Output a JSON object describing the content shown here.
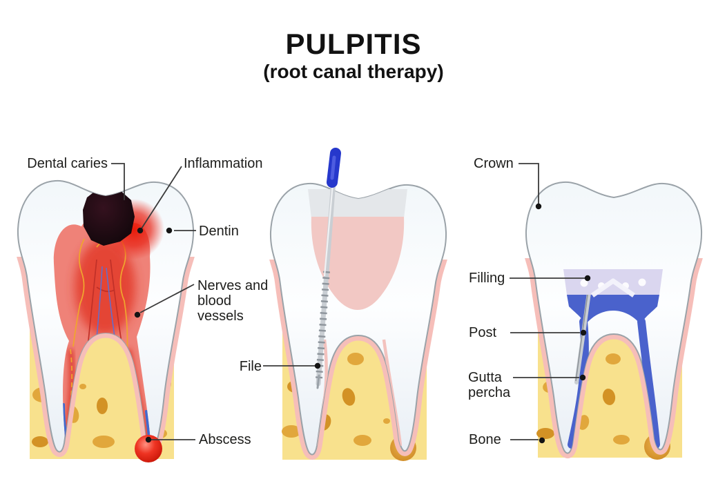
{
  "title": "PULPITIS",
  "subtitle": "(root canal therapy)",
  "labels": {
    "dental_caries": "Dental caries",
    "inflammation": "Inflammation",
    "dentin": "Dentin",
    "nerves_vessels": "Nerves and blood vessels",
    "file": "File",
    "abscess": "Abscess",
    "crown": "Crown",
    "filling": "Filling",
    "post": "Post",
    "gutta_percha": "Gutta percha",
    "bone": "Bone"
  },
  "colors": {
    "bone": "#f8e18d",
    "bone_spots": "#e1a73c",
    "gum": "#efa29b",
    "tooth": "#f6fafd",
    "tooth_outline": "#9aa2a8",
    "pulp": "#ef8278",
    "pulp_dark": "#e23a2a",
    "caries": "#140a10",
    "nerves_yellow": "#f0a42e",
    "abscess_red": "#ee3322",
    "gutta_percha_blue": "#4a62cc",
    "filling_lavender": "#dad6ef",
    "file_handle_blue": "#2638cc",
    "metal_gray": "#c9ced3"
  }
}
